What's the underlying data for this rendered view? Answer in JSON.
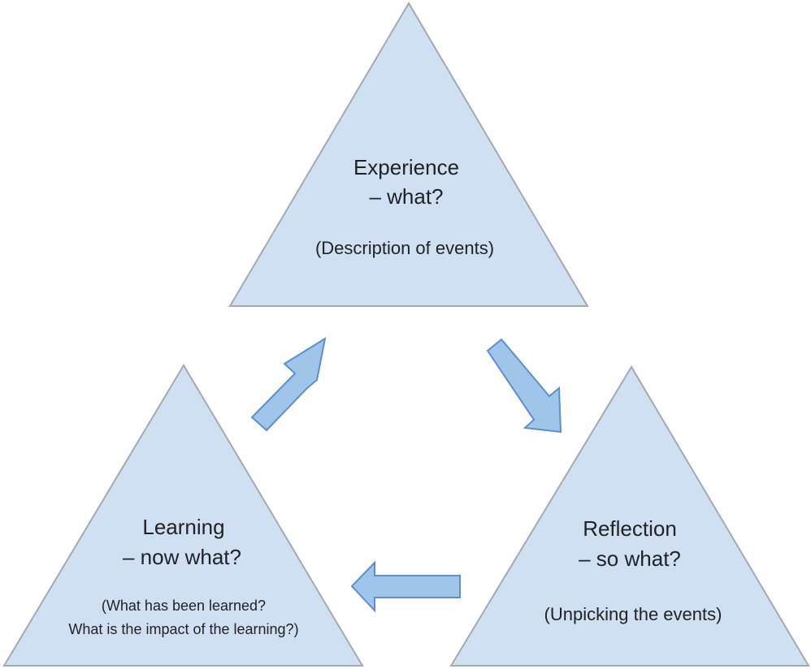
{
  "diagram": {
    "title": "Reflective learning cycle",
    "colors": {
      "triangle_fill": "#cfe0f3",
      "triangle_stroke": "#a6a9ad",
      "arrow_fill": "#9fc5e8",
      "arrow_stroke": "#5b8fd0",
      "text": "#222222"
    },
    "stages": [
      {
        "id": "experience",
        "heading": "Experience",
        "question": "– what?",
        "description_lines": [
          "(Description of events)"
        ]
      },
      {
        "id": "reflection",
        "heading": "Reflection",
        "question": "– so what?",
        "description_lines": [
          "(Unpicking the events)"
        ]
      },
      {
        "id": "learning",
        "heading": "Learning",
        "question": "– now what?",
        "description_lines": [
          "(What has been learned?",
          "What is the impact of the learning?)"
        ]
      }
    ],
    "flow": [
      {
        "from": "experience",
        "to": "reflection"
      },
      {
        "from": "reflection",
        "to": "learning"
      },
      {
        "from": "learning",
        "to": "experience"
      }
    ]
  }
}
